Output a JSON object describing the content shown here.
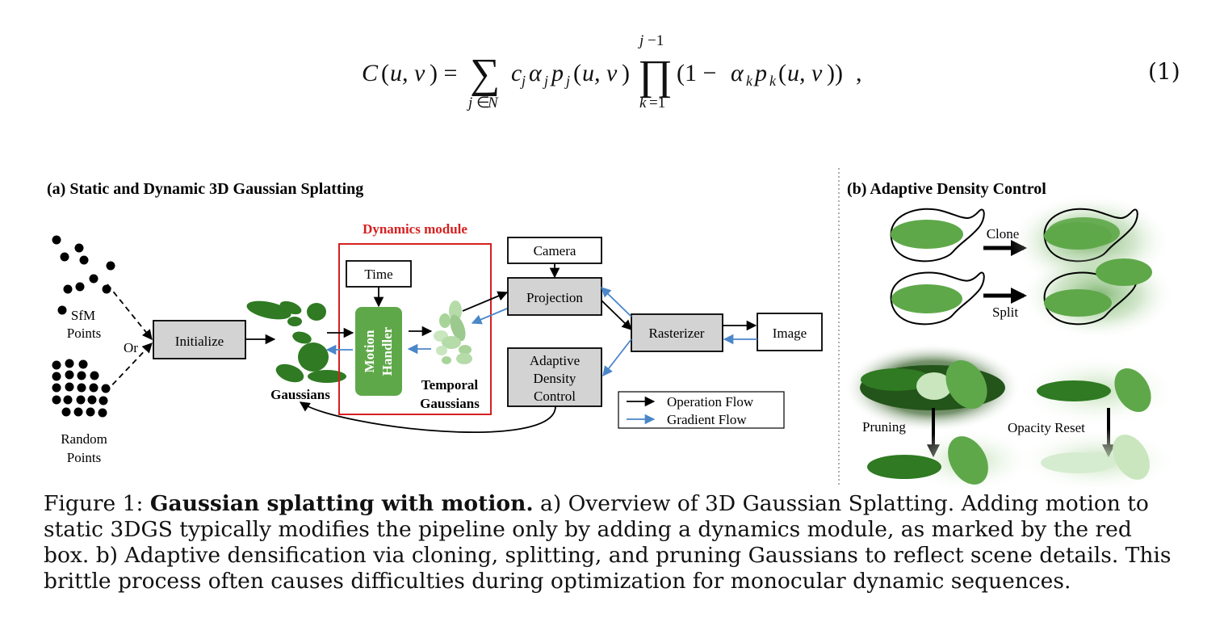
{
  "equation": {
    "number": "(1)"
  },
  "panel_a": {
    "title": "(a) Static and Dynamic 3D Gaussian Splatting",
    "dynamics_label": "Dynamics module",
    "sfm_label_1": "SfM",
    "sfm_label_2": "Points",
    "or_label": "Or",
    "random_label_1": "Random",
    "random_label_2": "Points",
    "initialize": "Initialize",
    "gaussians": "Gaussians",
    "time": "Time",
    "motion_handler_1": "Motion",
    "motion_handler_2": "Handler",
    "temporal_1": "Temporal",
    "temporal_2": "Gaussians",
    "camera": "Camera",
    "projection": "Projection",
    "rasterizer": "Rasterizer",
    "image": "Image",
    "adc_1": "Adaptive",
    "adc_2": "Density",
    "adc_3": "Control",
    "legend_operation": "Operation Flow",
    "legend_gradient": "Gradient Flow"
  },
  "panel_b": {
    "title": "(b) Adaptive Density Control",
    "clone": "Clone",
    "split": "Split",
    "pruning": "Pruning",
    "opacity_reset": "Opacity Reset"
  },
  "caption": {
    "prefix": "Figure 1: ",
    "bold": "Gaussian splatting with motion.",
    "text": " a) Overview of 3D Gaussian Splatting. Adding motion to static 3DGS typically modifies the pipeline only by adding a dynamics module, as marked by the red box. b) Adaptive densification via cloning, splitting, and pruning Gaussians to reflect scene details. This brittle process often causes difficulties during optimization for monocular dynamic sequences."
  },
  "colors": {
    "dark_green": "#2f7a22",
    "mid_green": "#5fa84a",
    "light_green": "#a8d49a",
    "pale_green": "#d6ecd0",
    "red_box": "#d62020",
    "gradient_blue": "#4a86c8",
    "gray_box": "#d3d3d3"
  }
}
